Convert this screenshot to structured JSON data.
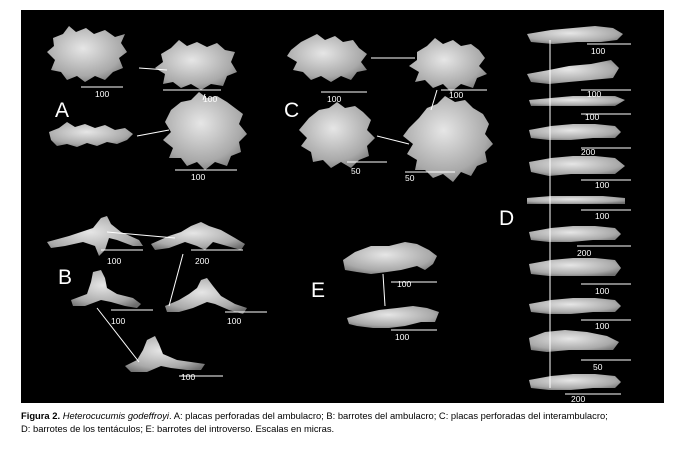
{
  "figure": {
    "panel_labels": [
      "A",
      "B",
      "C",
      "D",
      "E"
    ],
    "scale_labels": {
      "A": [
        "100",
        "100",
        "100"
      ],
      "B": [
        "100",
        "200",
        "100",
        "100",
        "100"
      ],
      "C": [
        "100",
        "100",
        "50",
        "50"
      ],
      "D": [
        "100",
        "100",
        "100",
        "200",
        "100",
        "100",
        "200",
        "100",
        "100",
        "50",
        "200"
      ],
      "E": [
        "100",
        "100"
      ]
    }
  },
  "caption": {
    "label": "Figura 2.",
    "species": "Heterocucumis godeffroyi",
    "text_line1": ". A: placas perforadas del ambulacro; B: barrotes del ambulacro; C: placas perforadas del interambulacro;",
    "text_line2": "D: barrotes de los tentáculos; E: barrotes del introverso.  Escalas en micras."
  },
  "colors": {
    "plate_background": "#000000",
    "ossicle": "#bdbdbd",
    "text": "#ffffff"
  }
}
